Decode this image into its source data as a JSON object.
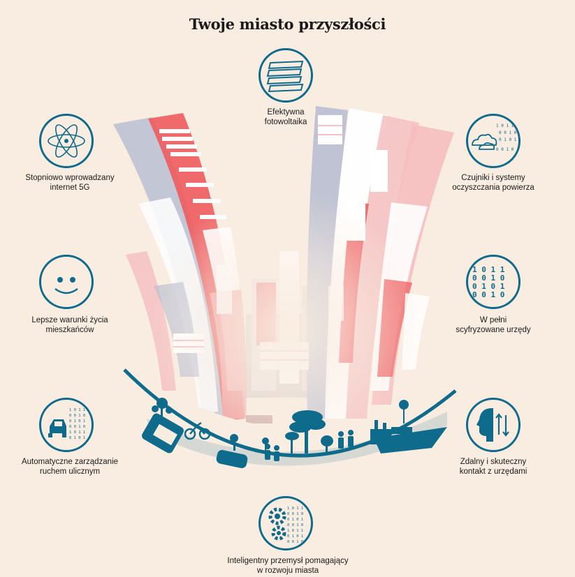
{
  "title": "Twoje miasto przyszłości",
  "colors": {
    "accent": "#0f6b8c",
    "background": "#f9ece0",
    "red": "#ee5b5e",
    "slate": "#b8bfd2"
  },
  "features": [
    {
      "id": "pv",
      "label_lines": [
        "Efektywna",
        "fotowoltaika"
      ],
      "icon": "solar-panel-icon"
    },
    {
      "id": "5g",
      "label_lines": [
        "Stopniowo wprowadzany",
        "internet 5G"
      ],
      "icon": "atom-icon"
    },
    {
      "id": "air",
      "label_lines": [
        "Czujniki i systemy",
        "oczyszczania powierza"
      ],
      "icon": "cloud-binary-icon"
    },
    {
      "id": "life",
      "label_lines": [
        "Lepsze warunki życia",
        "mieszkańców"
      ],
      "icon": "smiley-icon"
    },
    {
      "id": "digital",
      "label_lines": [
        "W pełni",
        "scyfryzowane urzędy"
      ],
      "icon": "binary-grid-icon"
    },
    {
      "id": "traffic",
      "label_lines": [
        "Automatyczne zarządzanie",
        "ruchem ulicznym"
      ],
      "icon": "car-binary-icon"
    },
    {
      "id": "remote",
      "label_lines": [
        "Zdalny i skuteczny",
        "kontakt z urzędami"
      ],
      "icon": "head-arrows-icon"
    },
    {
      "id": "industry",
      "label_lines": [
        "Inteligentny przemysł pomagający",
        "w rozwoju miasta"
      ],
      "icon": "gears-binary-icon"
    }
  ],
  "binary": {
    "grid": [
      "1 0 1 1",
      "0 0 1 0",
      "0 1 0 1",
      "0 0 1 0"
    ],
    "cloud": [
      "1 0 1 1",
      "0 0 1 0",
      "0 1 0 1",
      "0 0 1 0"
    ],
    "car": [
      "1 0 1 1",
      "0 0 1 0",
      "0 1 0 1",
      "0 0 1 0",
      "1 0 1 1",
      "0 1 0 1"
    ],
    "gears": [
      "1 0 1 1",
      "0 0 1 0",
      "0 1 0 1",
      "0 0 1 0",
      "1 0 1 1",
      "0 1 0 1",
      "0 0 1 0"
    ]
  }
}
